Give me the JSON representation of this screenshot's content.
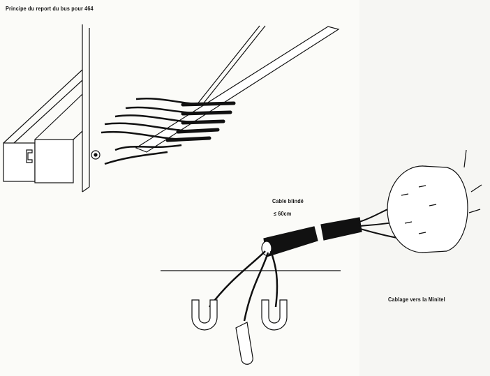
{
  "title": "Principe du report du bus pour 464",
  "cable": {
    "label": "Cable blindé",
    "length": "≤ 60cm"
  },
  "minitel_label": "Cablage vers la Minitel",
  "colors": {
    "ink": "#111111",
    "paper": "#fbfbf8"
  }
}
